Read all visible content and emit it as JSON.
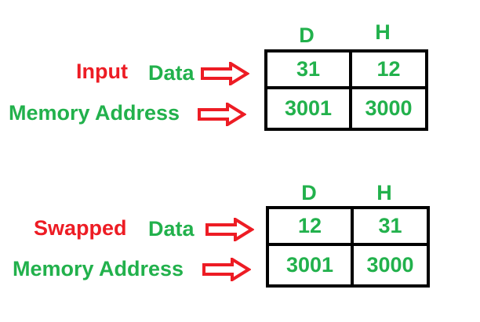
{
  "colors": {
    "label_red": "#ed1c24",
    "label_green": "#22b14c",
    "arrow": "#ed1c24",
    "grid_border": "#000000",
    "value": "#22b14c"
  },
  "top": {
    "headers": [
      "D",
      "H"
    ],
    "title_prefix": "Input",
    "title_suffix": "Data",
    "address_label": "Memory Address",
    "data_values": [
      "31",
      "12"
    ],
    "address_values": [
      "3001",
      "3000"
    ]
  },
  "bottom": {
    "headers": [
      "D",
      "H"
    ],
    "title_prefix": "Swapped",
    "title_suffix": "Data",
    "address_label": "Memory Address",
    "data_values": [
      "12",
      "31"
    ],
    "address_values": [
      "3001",
      "3000"
    ]
  }
}
